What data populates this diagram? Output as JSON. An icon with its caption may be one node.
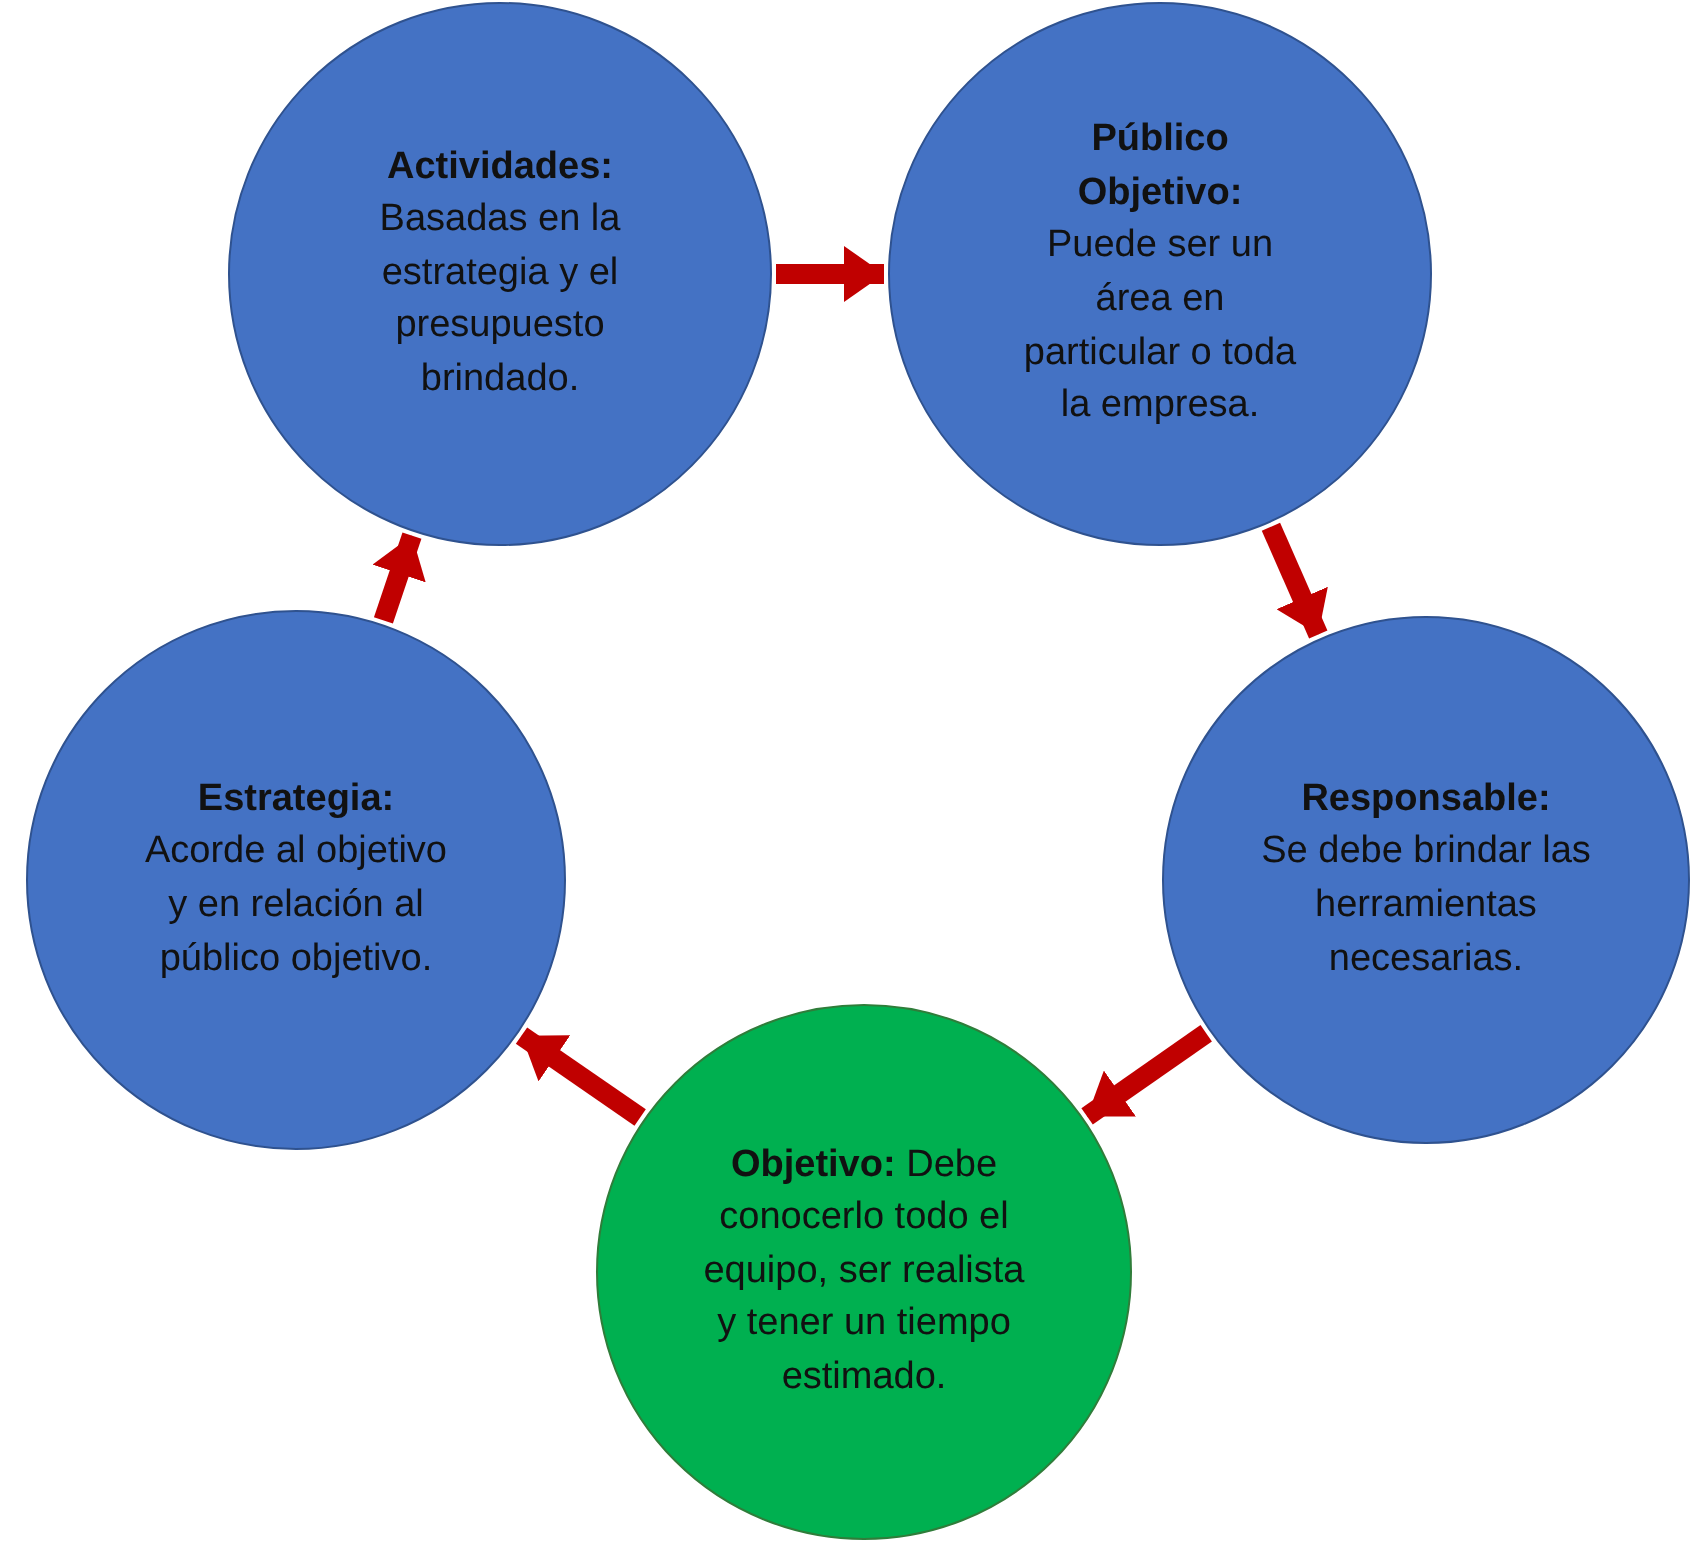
{
  "diagram": {
    "nodes": [
      {
        "text": [
          "Actividades:",
          "Basadas en la estrategia y el presupuesto brindado."
        ]
      },
      {
        "text": [
          "Público Objetivo:",
          "Puede ser un área en particular o toda la empresa."
        ]
      },
      {
        "text": [
          "Responsable:",
          "Se debe brindar las herramientas necesarias."
        ]
      },
      {
        "text": [
          "**Objetivo:** Debe conocerlo todo el equipo, ser realista y tener un tiempo estimado."
        ]
      },
      {
        "text": [
          "Estrategia:",
          "Acorde al objetivo y en relación al público objetivo."
        ]
      }
    ],
    "edges": [
      {
        "from": 0,
        "to": 1,
        "arrow": "to"
      },
      {
        "from": 1,
        "to": 2,
        "arrow": "to"
      },
      {
        "from": 2,
        "to": 3,
        "arrow": "to"
      },
      {
        "from": 3,
        "to": 4,
        "arrow": "to"
      },
      {
        "from": 4,
        "to": 0,
        "arrow": "to"
      }
    ]
  }
}
